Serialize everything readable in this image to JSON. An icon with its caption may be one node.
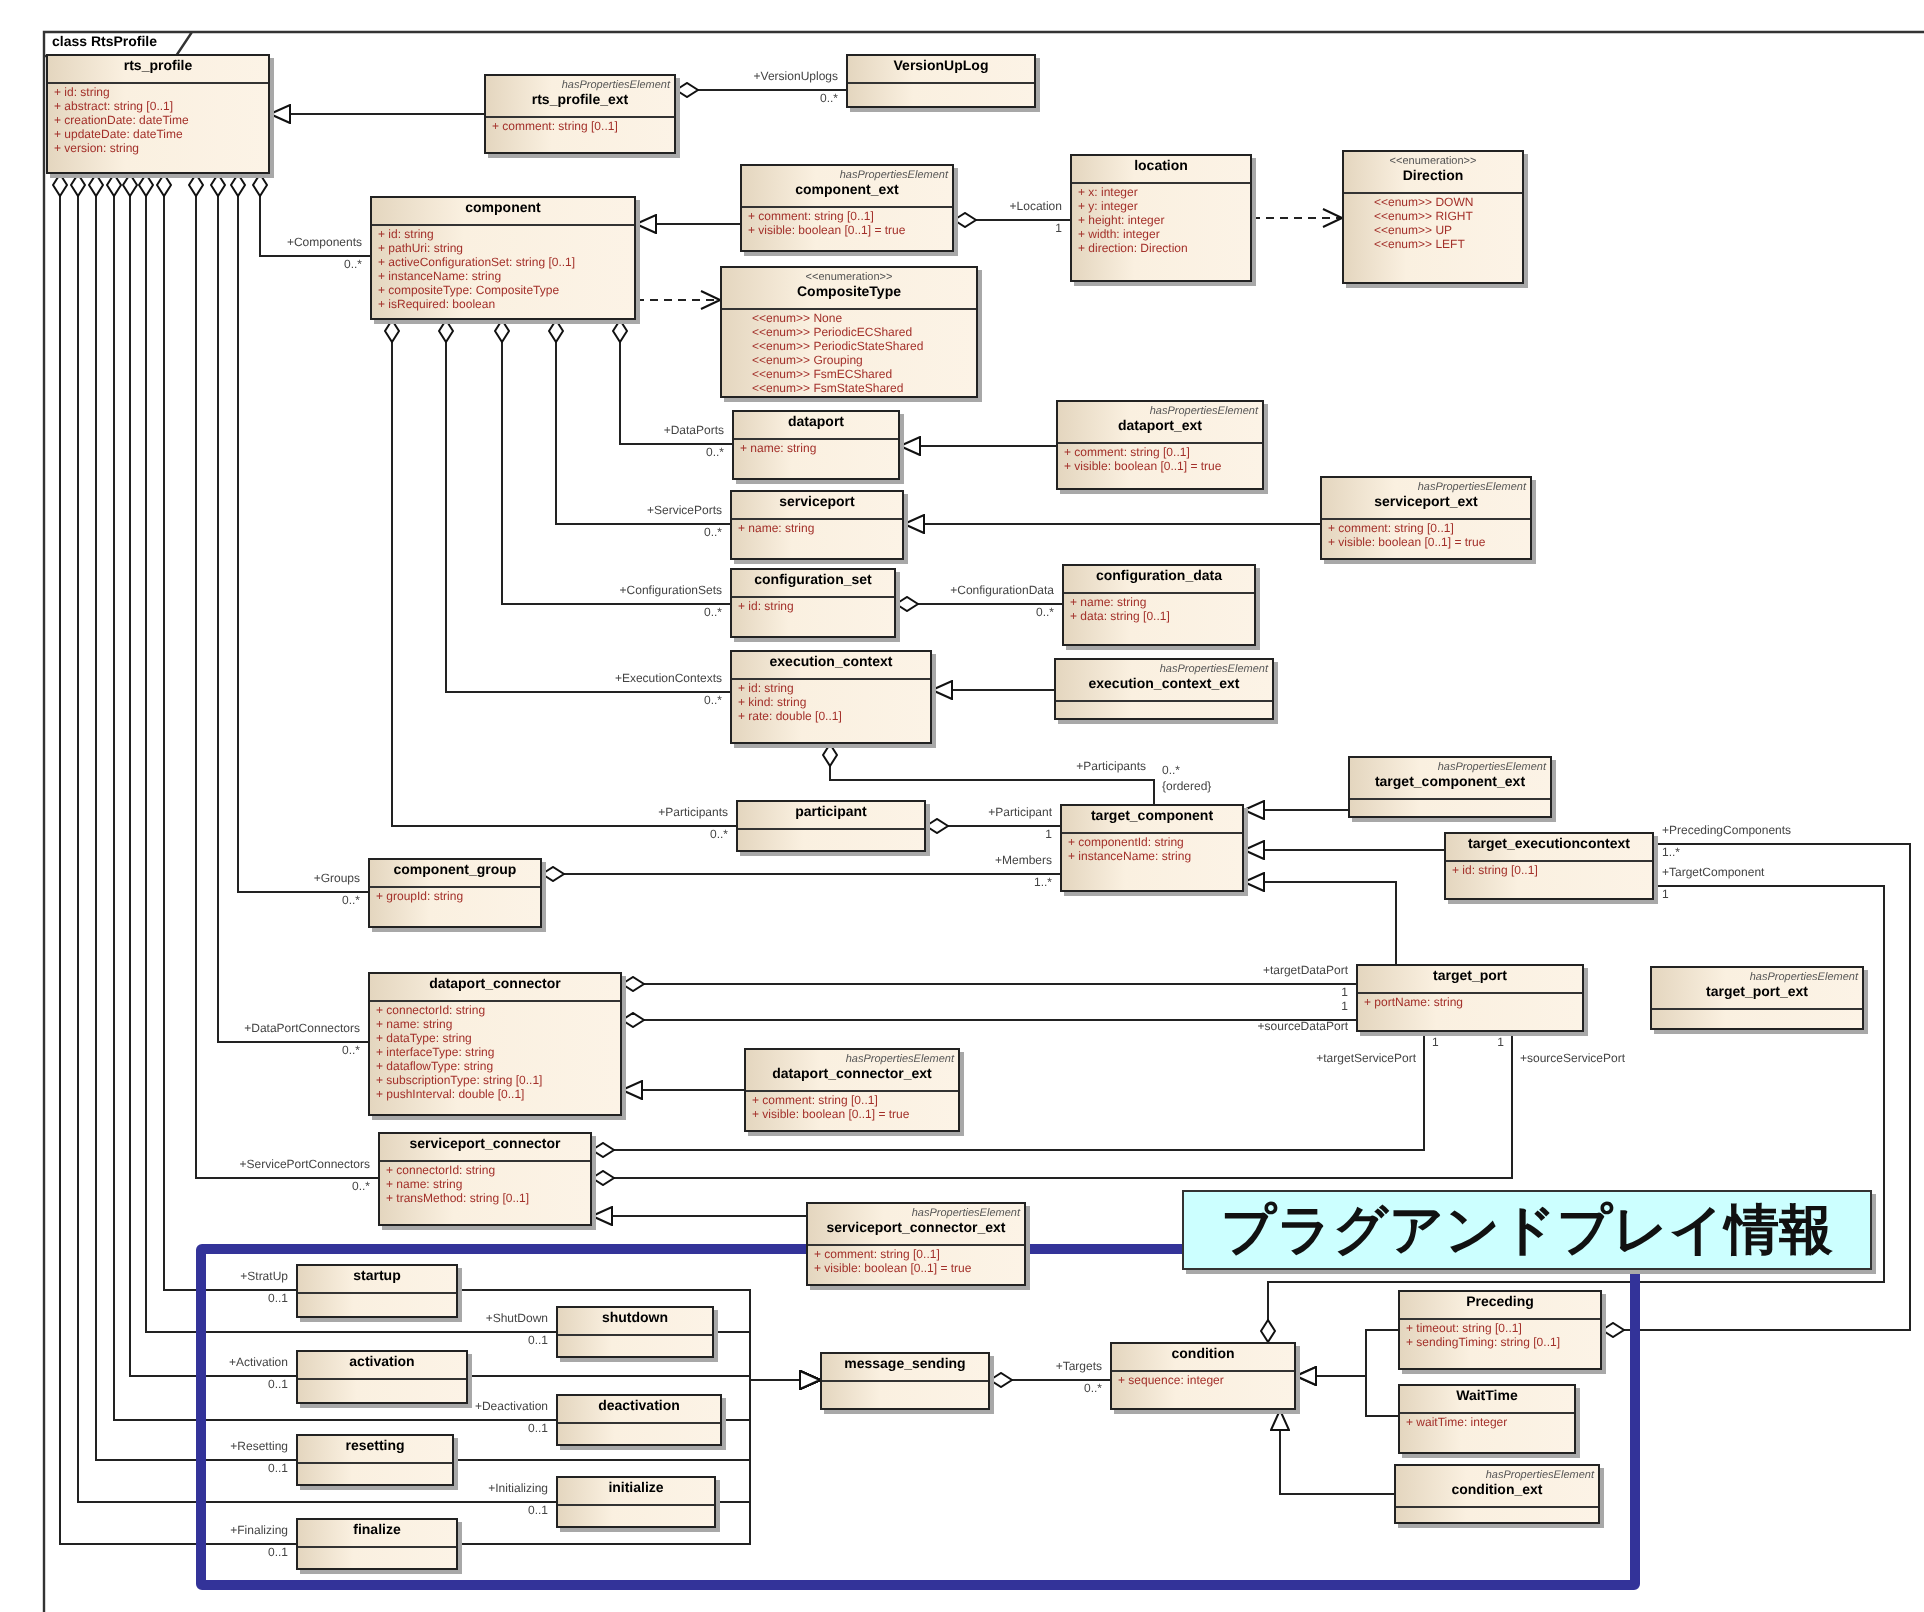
{
  "diagram": {
    "nodes": [
      {
        "text": [
          "rts_profile",
          "+ id: string",
          "+ abstract: string [0..1]",
          "+ creationDate: dateTime",
          "+ updateDate: dateTime",
          "+ version: string"
        ]
      },
      {
        "text": [
          "hasPropertiesElement",
          "rts_profile_ext",
          "+ comment: string [0..1]"
        ]
      },
      {
        "text": [
          "VersionUpLog"
        ]
      },
      {
        "text": [
          "component",
          "+ id: string",
          "+ pathUri: string",
          "+ activeConfigurationSet: string [0..1]",
          "+ instanceName: string",
          "+ compositeType: CompositeType",
          "+ isRequired: boolean"
        ]
      },
      {
        "text": [
          "hasPropertiesElement",
          "component_ext",
          "+ comment: string [0..1]",
          "+ visible: boolean [0..1] = true"
        ]
      },
      {
        "text": [
          "location",
          "+ x: integer",
          "+ y: integer",
          "+ height: integer",
          "+ width: integer",
          "+ direction: Direction"
        ]
      },
      {
        "text": [
          "<<enumeration>>",
          "Direction",
          "<<enum>> DOWN",
          "<<enum>> RIGHT",
          "<<enum>> UP",
          "<<enum>> LEFT"
        ]
      },
      {
        "text": [
          "<<enumeration>>",
          "CompositeType",
          "<<enum>> None",
          "<<enum>> PeriodicECShared",
          "<<enum>> PeriodicStateShared",
          "<<enum>> Grouping",
          "<<enum>> FsmECShared",
          "<<enum>> FsmStateShared"
        ]
      },
      {
        "text": [
          "dataport",
          "+ name: string"
        ]
      },
      {
        "text": [
          "hasPropertiesElement",
          "dataport_ext",
          "+ comment: string [0..1]",
          "+ visible: boolean [0..1] = true"
        ]
      },
      {
        "text": [
          "serviceport",
          "+ name: string"
        ]
      },
      {
        "text": [
          "hasPropertiesElement",
          "serviceport_ext",
          "+ comment: string [0..1]",
          "+ visible: boolean [0..1] = true"
        ]
      },
      {
        "text": [
          "configuration_set",
          "+ id: string"
        ]
      },
      {
        "text": [
          "configuration_data",
          "+ name: string",
          "+ data: string [0..1]"
        ]
      },
      {
        "text": [
          "execution_context",
          "+ id: string",
          "+ kind: string",
          "+ rate: double [0..1]"
        ]
      },
      {
        "text": [
          "hasPropertiesElement",
          "execution_context_ext"
        ]
      },
      {
        "text": [
          "participant"
        ]
      },
      {
        "text": [
          "target_component",
          "+ componentId: string",
          "+ instanceName: string"
        ]
      },
      {
        "text": [
          "hasPropertiesElement",
          "target_component_ext"
        ]
      },
      {
        "text": [
          "target_executioncontext",
          "+ id: string [0..1]"
        ]
      },
      {
        "text": [
          "component_group",
          "+ groupId: string"
        ]
      },
      {
        "text": [
          "dataport_connector",
          "+ connectorId: string",
          "+ name: string",
          "+ dataType: string",
          "+ interfaceType: string",
          "+ dataflowType: string",
          "+ subscriptionType: string [0..1]",
          "+ pushInterval: double [0..1]"
        ]
      },
      {
        "text": [
          "hasPropertiesElement",
          "dataport_connector_ext",
          "+ comment: string [0..1]",
          "+ visible: boolean [0..1] = true"
        ]
      },
      {
        "text": [
          "target_port",
          "+ portName: string"
        ]
      },
      {
        "text": [
          "hasPropertiesElement",
          "target_port_ext"
        ]
      },
      {
        "text": [
          "serviceport_connector",
          "+ connectorId: string",
          "+ name: string",
          "+ transMethod: string [0..1]"
        ]
      },
      {
        "text": [
          "hasPropertiesElement",
          "serviceport_connector_ext",
          "+ comment: string [0..1]",
          "+ visible: boolean [0..1] = true"
        ]
      },
      {
        "text": [
          "startup"
        ]
      },
      {
        "text": [
          "shutdown"
        ]
      },
      {
        "text": [
          "activation"
        ]
      },
      {
        "text": [
          "deactivation"
        ]
      },
      {
        "text": [
          "resetting"
        ]
      },
      {
        "text": [
          "initialize"
        ]
      },
      {
        "text": [
          "finalize"
        ]
      },
      {
        "text": [
          "message_sending"
        ]
      },
      {
        "text": [
          "condition",
          "+ sequence: integer"
        ]
      },
      {
        "text": [
          "Preceding",
          "+ timeout: string [0..1]",
          "+ sendingTiming: string [0..1]"
        ]
      },
      {
        "text": [
          "WaitTime",
          "+ waitTime: integer"
        ]
      },
      {
        "text": [
          "hasPropertiesElement",
          "condition_ext"
        ]
      },
      {
        "text": [
          "プラグアンドプレイ情報"
        ]
      }
    ],
    "edges": [
      {
        "from": 0,
        "to": 3,
        "arrow": "other",
        "label": "+Components"
      },
      {
        "from": 0,
        "to": 20,
        "arrow": "other",
        "label": "+Groups"
      },
      {
        "from": 0,
        "to": 21,
        "arrow": "other",
        "label": "+DataPortConnectors"
      },
      {
        "from": 0,
        "to": 25,
        "arrow": "other",
        "label": "+ServicePortConnectors"
      },
      {
        "from": 0,
        "to": 27,
        "arrow": "other",
        "label": "+StratUp"
      },
      {
        "from": 0,
        "to": 28,
        "arrow": "other",
        "label": "+ShutDown"
      },
      {
        "from": 0,
        "to": 29,
        "arrow": "other",
        "label": "+Activation"
      },
      {
        "from": 0,
        "to": 30,
        "arrow": "other",
        "label": "+Deactivation"
      },
      {
        "from": 0,
        "to": 31,
        "arrow": "other",
        "label": "+Resetting"
      },
      {
        "from": 0,
        "to": 32,
        "arrow": "other",
        "label": "+Initializing"
      },
      {
        "from": 0,
        "to": 33,
        "arrow": "other",
        "label": "+Finalizing"
      },
      {
        "from": 1,
        "to": 0,
        "arrow": "to"
      },
      {
        "from": 1,
        "to": 2,
        "arrow": "other",
        "label": "+VersionUplogs"
      },
      {
        "from": 4,
        "to": 3,
        "arrow": "to"
      },
      {
        "from": 4,
        "to": 5,
        "arrow": "other",
        "label": "+Location"
      },
      {
        "from": 5,
        "to": 6,
        "arrow": "to",
        "style": "dashed"
      },
      {
        "from": 3,
        "to": 7,
        "arrow": "to",
        "style": "dashed"
      },
      {
        "from": 3,
        "to": 8,
        "arrow": "other",
        "label": "+DataPorts"
      },
      {
        "from": 9,
        "to": 8,
        "arrow": "to"
      },
      {
        "from": 3,
        "to": 10,
        "arrow": "other",
        "label": "+ServicePorts"
      },
      {
        "from": 11,
        "to": 10,
        "arrow": "to"
      },
      {
        "from": 3,
        "to": 12,
        "arrow": "other",
        "label": "+ConfigurationSets"
      },
      {
        "from": 12,
        "to": 13,
        "arrow": "other",
        "label": "+ConfigurationData"
      },
      {
        "from": 3,
        "to": 14,
        "arrow": "other",
        "label": "+ExecutionContexts"
      },
      {
        "from": 15,
        "to": 14,
        "arrow": "to"
      },
      {
        "from": 3,
        "to": 16,
        "arrow": "other",
        "label": "+Participants"
      },
      {
        "from": 14,
        "to": 17,
        "arrow": "other",
        "label": "+Participants"
      },
      {
        "from": 16,
        "to": 17,
        "arrow": "other",
        "label": "+Participant"
      },
      {
        "from": 20,
        "to": 17,
        "arrow": "other",
        "label": "+Members"
      },
      {
        "from": 18,
        "to": 17,
        "arrow": "to"
      },
      {
        "from": 19,
        "to": 17,
        "arrow": "to"
      },
      {
        "from": 23,
        "to": 17,
        "arrow": "to"
      },
      {
        "from": 36,
        "to": 19,
        "arrow": "other",
        "label": "+PrecedingComponents"
      },
      {
        "from": 35,
        "to": 19,
        "arrow": "other",
        "label": "+TargetComponent"
      },
      {
        "from": 21,
        "to": 23,
        "arrow": "other",
        "label": "+targetDataPort"
      },
      {
        "from": 21,
        "to": 23,
        "arrow": "other",
        "label": "+sourceDataPort"
      },
      {
        "from": 22,
        "to": 21,
        "arrow": "to"
      },
      {
        "from": 25,
        "to": 23,
        "arrow": "other",
        "label": "+targetServicePort"
      },
      {
        "from": 25,
        "to": 23,
        "arrow": "other",
        "label": "+sourceServicePort"
      },
      {
        "from": 26,
        "to": 25,
        "arrow": "to"
      },
      {
        "from": 27,
        "to": 34,
        "arrow": "to"
      },
      {
        "from": 28,
        "to": 34,
        "arrow": "to"
      },
      {
        "from": 29,
        "to": 34,
        "arrow": "to"
      },
      {
        "from": 30,
        "to": 34,
        "arrow": "to"
      },
      {
        "from": 31,
        "to": 34,
        "arrow": "to"
      },
      {
        "from": 32,
        "to": 34,
        "arrow": "to"
      },
      {
        "from": 33,
        "to": 34,
        "arrow": "to"
      },
      {
        "from": 34,
        "to": 35,
        "arrow": "other",
        "label": "+Targets"
      },
      {
        "from": 36,
        "to": 35,
        "arrow": "to"
      },
      {
        "from": 37,
        "to": 35,
        "arrow": "to"
      },
      {
        "from": 38,
        "to": 35,
        "arrow": "to"
      }
    ],
    "labels": [
      "class RtsProfile",
      "0..*",
      "0..*",
      "0..*",
      "0..*",
      "0..1",
      "0..1",
      "0..1",
      "0..1",
      "0..1",
      "0..1",
      "0..1",
      "0..*",
      "1",
      "0..*",
      "0..*",
      "0..*",
      "0..*",
      "0..*",
      "0..*",
      "0..*",
      "{ordered}",
      "1",
      "1..*",
      "1..*",
      "1",
      "1",
      "1",
      "1",
      "1",
      "0..*"
    ]
  }
}
